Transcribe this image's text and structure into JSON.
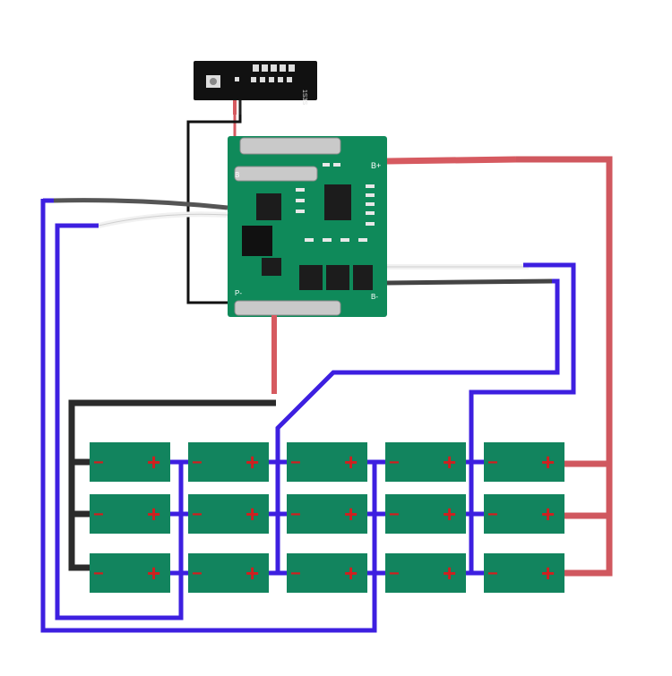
{
  "colors": {
    "background": "#ffffff",
    "cell_fill": "#12845e",
    "cell_marks": "#d11f1f",
    "negative_wire": "#2b2b2b",
    "positive_wire": "#d0585f",
    "balance_wire": "#3d1fe0",
    "pcb": "#0f8a5a",
    "indicator_board": "#111111",
    "white_wire": "#f3f3f3",
    "grey_wire": "#555555",
    "red_wire": "#d65a60"
  },
  "cells": {
    "columns": 5,
    "rows": 3,
    "negative_symbol": "−",
    "positive_symbol": "+"
  },
  "pcb": {
    "label_bplus": "B+",
    "label_bminus": "B-",
    "label_p": "P-",
    "label_b": "B"
  },
  "indicator": {
    "label": "1S3S"
  },
  "icons": {
    "button": "tactile-button-icon",
    "chip": "ic-chip-icon"
  }
}
